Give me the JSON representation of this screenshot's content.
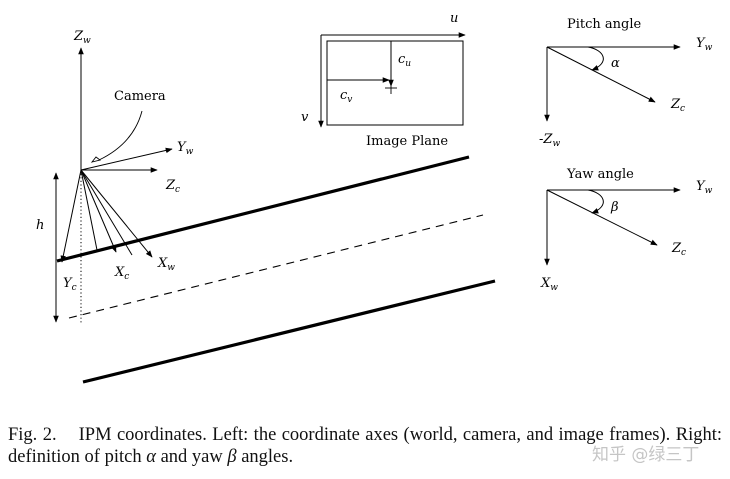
{
  "left_diagram": {
    "camera_label": "Camera",
    "height_label": "h",
    "axes": {
      "zw": {
        "main": "Z",
        "sub": "w"
      },
      "yw": {
        "main": "Y",
        "sub": "w"
      },
      "zc": {
        "main": "Z",
        "sub": "c"
      },
      "xc": {
        "main": "X",
        "sub": "c"
      },
      "xw": {
        "main": "X",
        "sub": "w"
      },
      "yc": {
        "main": "Y",
        "sub": "c"
      }
    }
  },
  "image_plane": {
    "title": "Image Plane",
    "u_label": "u",
    "v_label": "v",
    "cu": {
      "main": "c",
      "sub": "u"
    },
    "cv": {
      "main": "c",
      "sub": "v"
    }
  },
  "pitch": {
    "title": "Pitch angle",
    "angle": "α",
    "yw": {
      "main": "Y",
      "sub": "w"
    },
    "zc": {
      "main": "Z",
      "sub": "c"
    },
    "neg_zw": {
      "main": "-Z",
      "sub": "w"
    }
  },
  "yaw": {
    "title": "Yaw angle",
    "angle": "β",
    "yw": {
      "main": "Y",
      "sub": "w"
    },
    "zc": {
      "main": "Z",
      "sub": "c"
    },
    "xw": {
      "main": "X",
      "sub": "w"
    }
  },
  "caption": {
    "fig_number": "Fig. 2.",
    "text_part1": "IPM coordinates. Left: the coordinate axes (world, camera, and image frames). Right: definition of pitch ",
    "alpha": "α",
    "text_part2": " and yaw ",
    "beta": "β",
    "text_part3": " angles."
  },
  "watermark": "知乎 @绿三丁"
}
